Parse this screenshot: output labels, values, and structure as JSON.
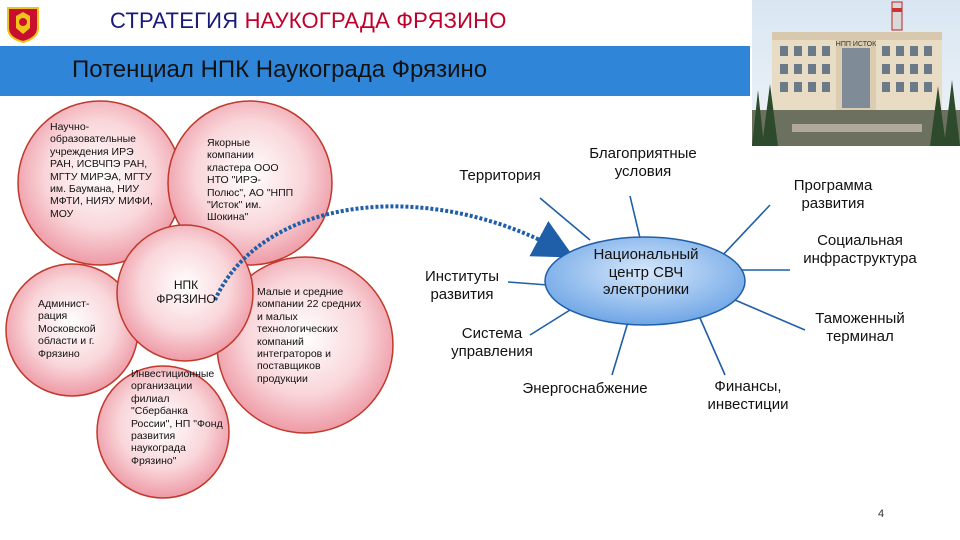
{
  "header": {
    "title_part1": "СТРАТЕГИЯ",
    "title_part2": "НАУКОГРАДА ФРЯЗИНО",
    "subtitle": "Потенциал НПК Наукограда Фрязино"
  },
  "cluster": {
    "center": "НПК ФРЯЗИНО",
    "education": "Научно-образовательные учреждения ИРЭ РАН, ИСВЧПЭ РАН, МГТУ МИРЭА, МГТУ им. Баумана, НИУ МФТИ, НИЯУ МИФИ, МОУ",
    "anchor": "Якорные компании кластера ООО НТО \"ИРЭ-Полюс\", АО \"НПП \"Исток\" им. Шокина\"",
    "admin": "Админист-рация Московской области и г. Фрязино",
    "investment": "Инвестиционные организации филиал \"Сбербанка России\", НП \"Фонд развития наукограда Фрязино\"",
    "sme": "Малые и средние компании 22 средних и малых технологических компаний интеграторов и поставщиков продукции"
  },
  "hub": {
    "center": "Национальный центр СВЧ электроники",
    "territory": "Территория",
    "conditions": "Благоприятные условия",
    "program": "Программа развития",
    "social": "Социальная инфраструктура",
    "institutes": "Институты развития",
    "customs": "Таможенный терминал",
    "management": "Система управления",
    "energy": "Энергоснабжение",
    "finance": "Финансы, инвестиции"
  },
  "photo_caption": "НПП ИСТОК",
  "page_number": "4",
  "colors": {
    "banner": "#2f86d9",
    "title_red": "#c0002b",
    "title_blue": "#1a1a7a",
    "circle_fill": "#f2a7b0",
    "hub_fill": "#7fb2ea",
    "arrow": "#1f5ea8"
  }
}
